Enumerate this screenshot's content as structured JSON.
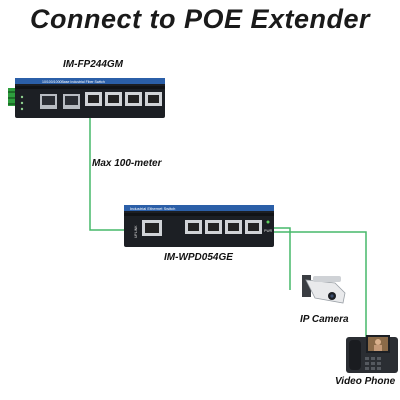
{
  "title": "Connect to POE Extender",
  "devices": {
    "switch1": {
      "model": "IM-FP244GM",
      "panel_text": "10/100/1000Base Industrial Fiber Switch"
    },
    "extender": {
      "model": "IM-WPD054GE",
      "panel_text": "Industrial Ethernet Switch",
      "uplink_label": "UPLINK",
      "pwr_label": "PWR"
    },
    "camera": {
      "label": "IP Camera"
    },
    "phone": {
      "label": "Video Phone"
    }
  },
  "link": {
    "distance_label": "Max 100-meter"
  },
  "colors": {
    "cable": "#46b86a",
    "device_body": "#1c1f24",
    "device_top": "#2b5fa8",
    "port": "#9aa0a6",
    "terminal": "#2e9e3e"
  }
}
